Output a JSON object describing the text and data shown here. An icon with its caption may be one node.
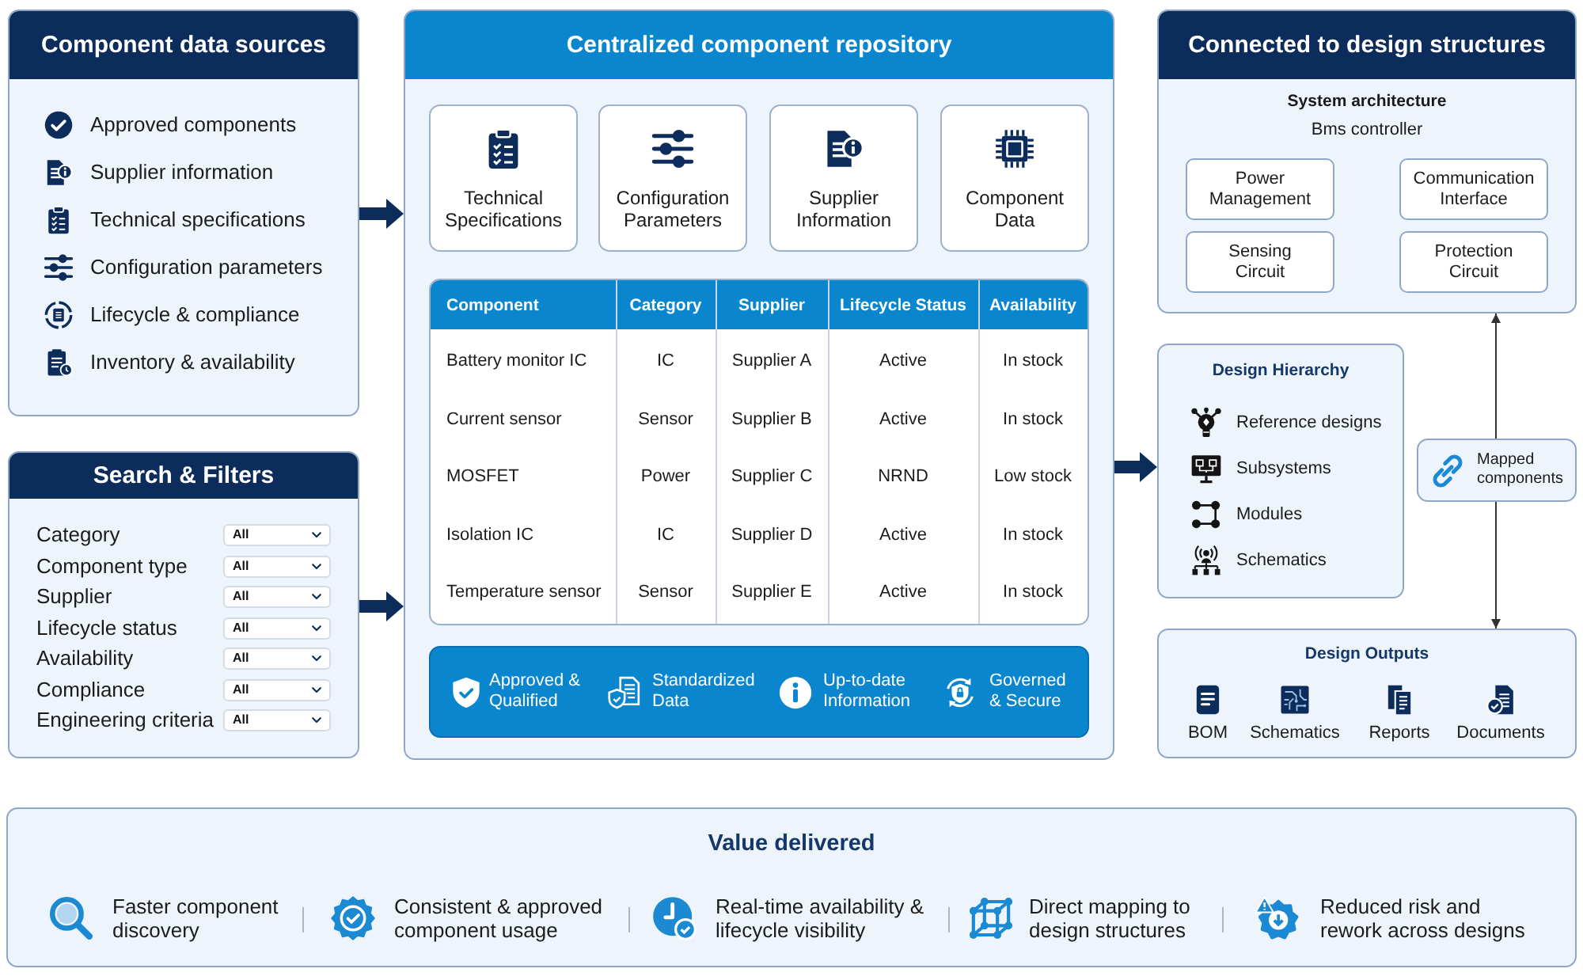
{
  "diagram": {
    "nodes": [
      {
        "text": [
          "Component data sources",
          "Approved components",
          "Supplier information",
          "Technical specifications",
          "Configuration parameters",
          "Lifecycle & compliance",
          "Inventory & availability"
        ]
      },
      {
        "text": [
          "Search & Filters",
          "Category",
          "All",
          "Component type",
          "All",
          "Supplier",
          "All",
          "Lifecycle status",
          "All",
          "Availability",
          "All",
          "Compliance",
          "All",
          "Engineering criteria",
          "All"
        ]
      },
      {
        "text": [
          "Centralized component repository"
        ]
      },
      {
        "text": [
          "Technical Specifications"
        ],
        "in": 2
      },
      {
        "text": [
          "Configuration Parameters"
        ],
        "in": 2
      },
      {
        "text": [
          "Supplier Information"
        ],
        "in": 2
      },
      {
        "text": [
          "Component Data"
        ],
        "in": 2
      },
      {
        "text": [
          "Component",
          "Category",
          "Supplier",
          "Lifecycle Status",
          "Availability",
          "Battery monitor IC",
          "IC",
          "Supplier A",
          "Active",
          "In stock",
          "Current sensor",
          "Sensor",
          "Supplier B",
          "Active",
          "In stock",
          "MOSFET",
          "Power",
          "Supplier C",
          "NRND",
          "Low stock",
          "Isolation IC",
          "IC",
          "Supplier D",
          "Active",
          "In stock",
          "Temperature sensor",
          "Sensor",
          "Supplier E",
          "Active",
          "In stock"
        ],
        "in": 2
      },
      {
        "text": [
          "Approved & Qualified",
          "Standardized Data",
          "Up-to-date Information",
          "Governed & Secure"
        ],
        "in": 2
      },
      {
        "text": [
          "Connected to design structures",
          "System architecture",
          "Bms controller"
        ]
      },
      {
        "text": [
          "Power Management"
        ],
        "in": 9
      },
      {
        "text": [
          "Communication Interface"
        ],
        "in": 9
      },
      {
        "text": [
          "Sensing Circuit"
        ],
        "in": 9
      },
      {
        "text": [
          "Protection Circuit"
        ],
        "in": 9
      },
      {
        "text": [
          "Design Hierarchy",
          "Reference designs",
          "Subsystems",
          "Modules",
          "Schematics"
        ]
      },
      {
        "text": [
          "Mapped components"
        ]
      },
      {
        "text": [
          "Design Outputs",
          "BOM",
          "Schematics",
          "Reports",
          "Documents"
        ]
      },
      {
        "text": [
          "Value delivered",
          "Faster component discovery",
          "Consistent & approved component usage",
          "Real-time availability & lifecycle visibility",
          "Direct mapping to design structures",
          "Reduced risk and rework across designs"
        ]
      }
    ],
    "edges": [
      {
        "from": 0,
        "to": 2,
        "arrow": "to"
      },
      {
        "from": 1,
        "to": 2,
        "arrow": "to"
      },
      {
        "from": 2,
        "to": 14,
        "arrow": "to"
      },
      {
        "from": 15,
        "to": 9,
        "arrow": "to",
        "color": "#333333"
      },
      {
        "from": 15,
        "to": 16,
        "arrow": "to",
        "color": "#333333"
      }
    ]
  }
}
